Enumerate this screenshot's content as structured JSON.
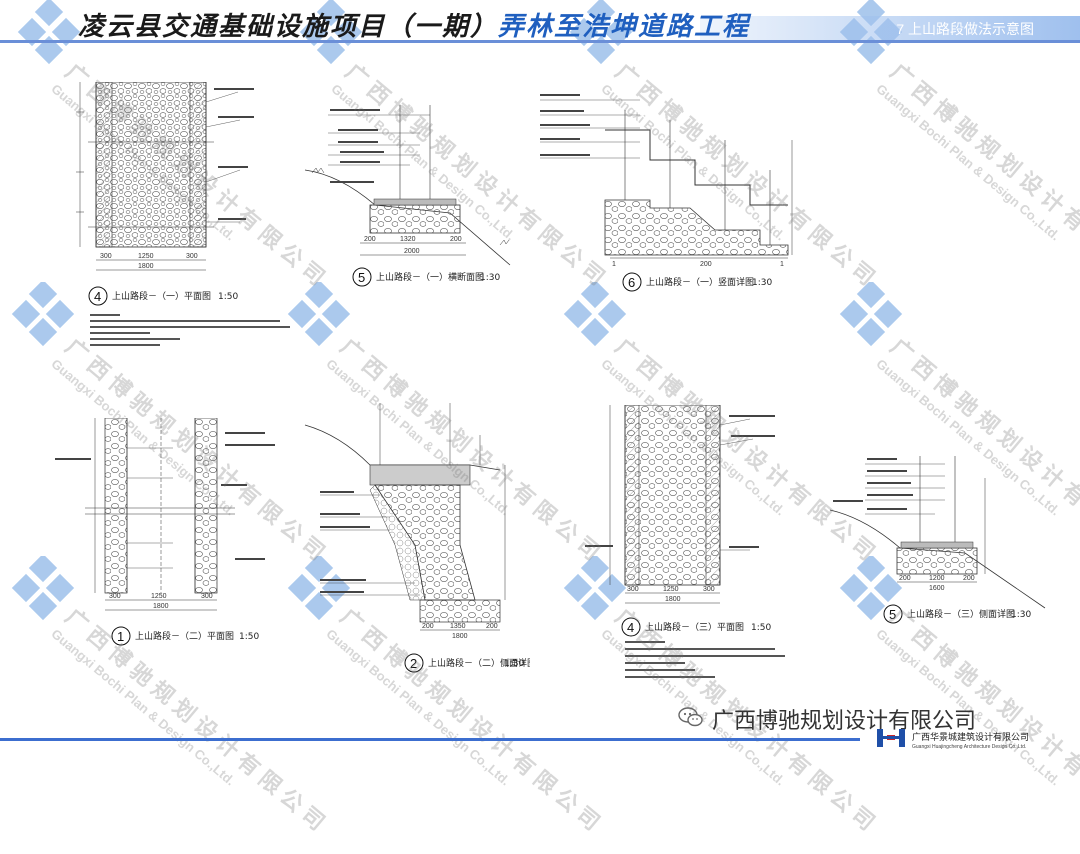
{
  "header": {
    "title_part1": "凌云县交通基础设施项目（一期）",
    "title_part2": "弄林至浩坤道路工程",
    "section_label": "7  上山路段做法示意图"
  },
  "watermark": {
    "zh": "广西博驰规划设计有限公司",
    "en": "Guangxi Bochi Plan & Design Co.,Ltd."
  },
  "drawings": [
    {
      "number": "4",
      "caption": "上山路段－（一）平面图",
      "scale": "1:50"
    },
    {
      "number": "5",
      "caption": "上山路段－（一）横断面图",
      "scale": "1:30"
    },
    {
      "number": "6",
      "caption": "上山路段－（一）竖面详图",
      "scale": "1:30"
    },
    {
      "number": "1",
      "caption": "上山路段－（二）平面图",
      "scale": "1:50"
    },
    {
      "number": "2",
      "caption": "上山路段－（二）侧面详图",
      "scale": "1:30"
    },
    {
      "number": "4",
      "caption": "上山路段－（三）平面图",
      "scale": "1:50"
    },
    {
      "number": "5",
      "caption": "上山路段－（三）侧面详图",
      "scale": "1:30"
    }
  ],
  "footer": {
    "company": "广西博驰规划设计有限公司",
    "logo_name": "广西华景城建筑设计有限公司",
    "logo_name_en": "Guangxi Huajingcheng Architecture Design Co.,Ltd."
  },
  "colors": {
    "accent": "#1f5fbf",
    "rule": "#3c6ecf",
    "deco": "#8fb8e8"
  }
}
